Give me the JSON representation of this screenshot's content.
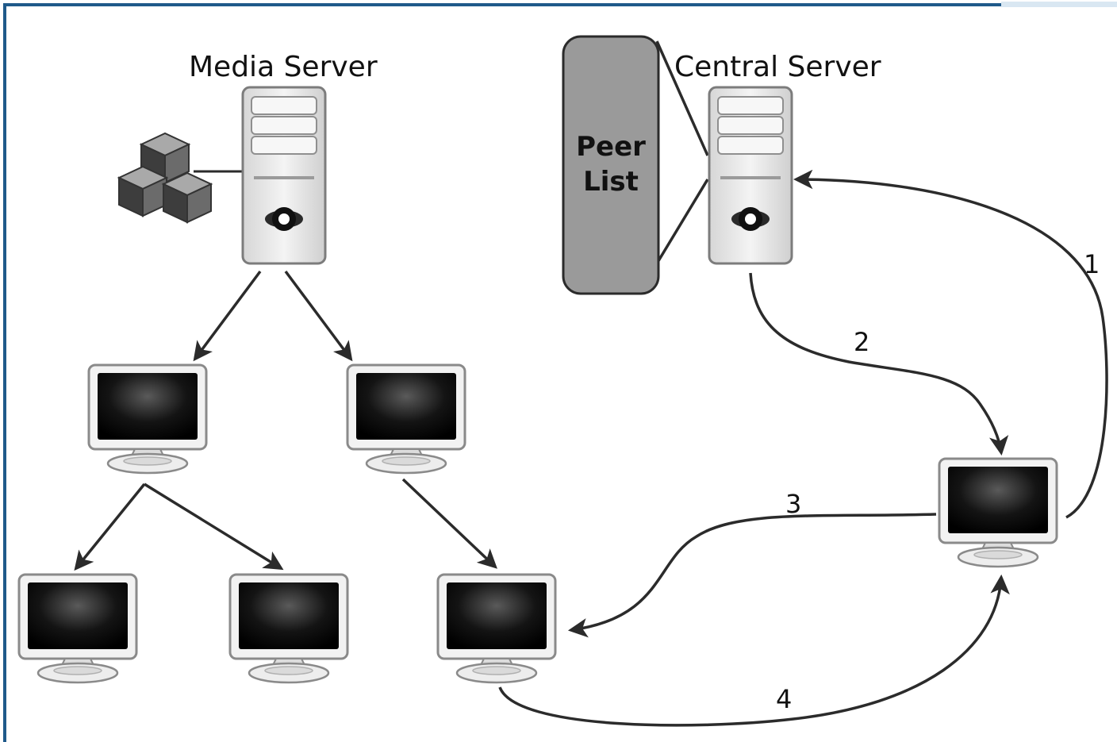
{
  "figure": {
    "labels": {
      "media_server": "Media Server",
      "central_server": "Central Server",
      "peer_list_line1": "Peer",
      "peer_list_line2": "List",
      "step1": "1",
      "step2": "2",
      "step3": "3",
      "step4": "4"
    },
    "colors": {
      "frame": "#1f5a8a",
      "ink": "#2b2b2b",
      "peer_list_fill": "#9a9a9a",
      "screen": "#0d0d0d",
      "server_body": "#e9e9e9"
    },
    "icons": {
      "media_content": "cubes-icon",
      "server": "server-tower-icon",
      "client": "monitor-icon",
      "peer_list": "database-icon"
    }
  }
}
